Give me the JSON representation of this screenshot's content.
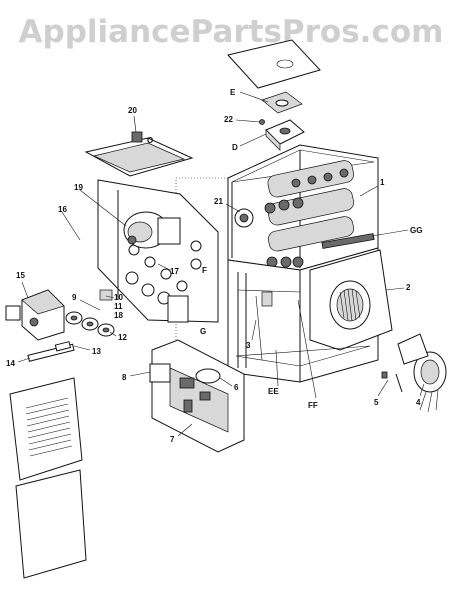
{
  "watermark": "AppliancePartsPros.com",
  "labels": {
    "20": "20",
    "O": "O",
    "E": "E",
    "22": "22",
    "D": "D",
    "1": "1",
    "19": "19",
    "16": "16",
    "21": "21",
    "GG": "GG",
    "15": "15",
    "17": "17",
    "F": "F",
    "2": "2",
    "9": "9",
    "10": "10",
    "11": "11",
    "18": "18",
    "12": "12",
    "G": "G",
    "3": "3",
    "13": "13",
    "14": "14",
    "8": "8",
    "6": "6",
    "EE": "EE",
    "FF": "FF",
    "5": "5",
    "4": "4",
    "7": "7"
  }
}
